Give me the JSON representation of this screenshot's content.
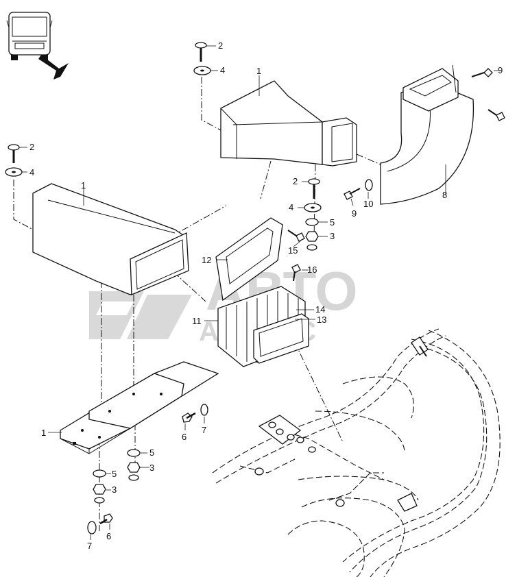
{
  "watermark": {
    "line1": "АВТО",
    "line2": "АЛЬЯНС"
  },
  "callouts": {
    "c1a": "1",
    "c1b": "1",
    "c1c": "1",
    "c2a": "2",
    "c2b": "2",
    "c2c": "2",
    "c3a": "3",
    "c3b": "3",
    "c3c": "3",
    "c4a": "4",
    "c4b": "4",
    "c4c": "4",
    "c5a": "5",
    "c5b": "5",
    "c5c": "5",
    "c6a": "6",
    "c6b": "6",
    "c7a": "7",
    "c7b": "7",
    "c8": "8",
    "c9a": "9",
    "c9b": "9",
    "c10": "10",
    "c11": "11",
    "c12": "12",
    "c13": "13",
    "c14": "14",
    "c15": "15",
    "c16": "16"
  },
  "icons": {
    "bus": "bus-front-icon",
    "arrow": "pointer-arrow-icon"
  },
  "colors": {
    "line": "#111111",
    "watermark": "#d6d6d6",
    "background": "#ffffff"
  }
}
